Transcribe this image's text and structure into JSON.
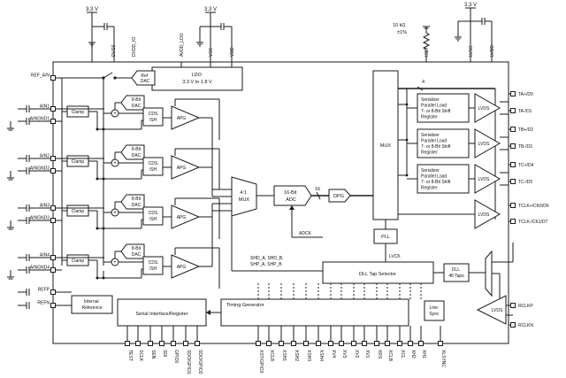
{
  "power": {
    "v1": "3.3 V",
    "v2": "3.3 V",
    "v3": "3.3 V",
    "resistor": "10 kΩ\n±1%"
  },
  "pins": {
    "top": [
      "DVSS",
      "DVDD_IO",
      "AVDD_LDO",
      "VSS",
      "VDD",
      "ISET",
      "LVSS",
      "LVDD"
    ],
    "left": [
      "REF_A/N",
      "AIN1",
      "AINGND1",
      "AIN2",
      "AINGND2",
      "AIN3",
      "AINGND3",
      "AIN4",
      "AINGND4",
      "REFP",
      "REFN"
    ],
    "right": [
      "TA+/D0",
      "TA-/D1",
      "TB+/D2",
      "TB-/D3",
      "TC+/D4",
      "TC-/D5",
      "TCLK+/CK0/D6",
      "TCLK-/CK1/D7",
      "RCLKP",
      "RCLKN"
    ],
    "bottom": [
      "TEST",
      "SCLK",
      "SEN",
      "SDI",
      "GPIO0",
      "SDO/GPIO1",
      "SDO/GPIO2",
      "XST/GPIO3",
      "XCLR",
      "XSH1",
      "XSH2",
      "XSH3",
      "XSH4",
      "XV4",
      "XV3",
      "XV2",
      "XV1",
      "XRS",
      "XCLB",
      "XCL",
      "XH2",
      "XH1",
      "XLSYNC"
    ]
  },
  "blocks": {
    "ref_dac": "Ref\nDAC",
    "ldo": "LDO\n3.3 V to 1.8 V",
    "clamp": "Clamp",
    "dac8": "8-Bit\nDAC",
    "cds": "CDS\n/SH",
    "apg": "APG",
    "mux41": "4:1\nMUX",
    "adc": "16-Bit\nADC",
    "bus16": "16",
    "dpg": "DPG",
    "mux": "MUX",
    "bus4": "4",
    "serializer": "Serializer\nParallel Load\n7- or 8-Bit Shift\nRegister",
    "lvds": "LVDS",
    "pll": "PLL",
    "adck": "ADCK",
    "lvck": "LVCK",
    "shd": "SHD_A, SHD_B,\nSHP_A, SHP_B",
    "dll_tap": "DLL Tap Selector",
    "dll": "DLL\n48 Taps",
    "internal_ref": "Internal\nReference",
    "serial_if": "Serial Interface/Register",
    "timing_gen": "Timing Generator",
    "line_sync": "Line\nSync"
  }
}
